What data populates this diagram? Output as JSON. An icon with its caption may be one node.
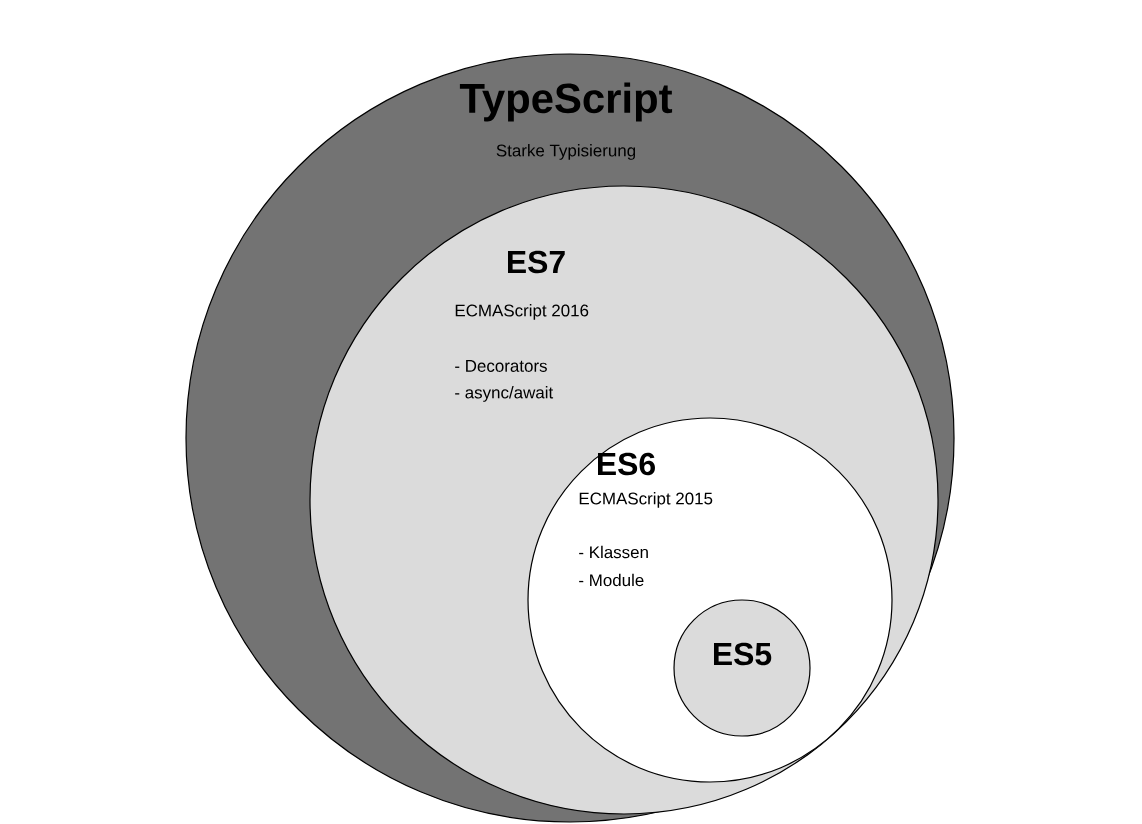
{
  "diagram": {
    "nodes": [
      {
        "text": [
          "TypeScript",
          "Starke Typisierung"
        ]
      },
      {
        "text": [
          "ES7",
          "ECMAScript 2016",
          "- Decorators",
          "- async/await"
        ],
        "in": 0
      },
      {
        "text": [
          "ES6",
          "ECMAScript 2015",
          "- Klassen",
          "- Module"
        ],
        "in": 1
      },
      {
        "text": [
          "ES5"
        ],
        "in": 2
      }
    ]
  }
}
